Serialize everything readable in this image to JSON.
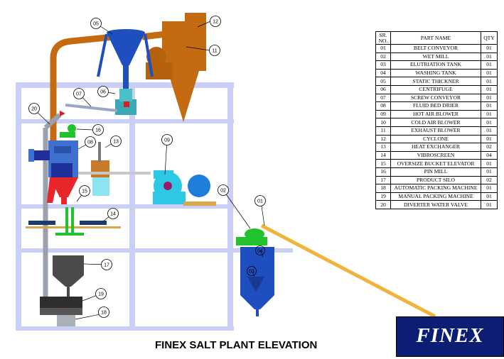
{
  "title": "FINEX SALT PLANT ELEVATION",
  "logo_text": "FINEX",
  "table": {
    "headers": {
      "no": "SR.\nNO.",
      "name": "PART NAME",
      "qty": "QTY"
    },
    "rows": [
      {
        "no": "01",
        "name": "BELT CONVEYOR",
        "qty": "01"
      },
      {
        "no": "02",
        "name": "WET MILL",
        "qty": "01"
      },
      {
        "no": "03",
        "name": "ELUTRIATION TANK",
        "qty": "01"
      },
      {
        "no": "04",
        "name": "WASHING TANK",
        "qty": "01"
      },
      {
        "no": "05",
        "name": "STATIC THICKNER",
        "qty": "01"
      },
      {
        "no": "06",
        "name": "CENTRIFUGE",
        "qty": "01"
      },
      {
        "no": "07",
        "name": "SCREW CONVEYOR",
        "qty": "01"
      },
      {
        "no": "08",
        "name": "FLUID BED DRIER",
        "qty": "01"
      },
      {
        "no": "09",
        "name": "HOT AIR BLOWER",
        "qty": "01"
      },
      {
        "no": "10",
        "name": "COLD AIR BLOWER",
        "qty": "01"
      },
      {
        "no": "11",
        "name": "EXHAUST BLOWER",
        "qty": "01"
      },
      {
        "no": "12",
        "name": "CYCLONE",
        "qty": "01"
      },
      {
        "no": "13",
        "name": "HEAT EXCHANGER",
        "qty": "02"
      },
      {
        "no": "14",
        "name": "VIBROSCREEN",
        "qty": "04"
      },
      {
        "no": "15",
        "name": "OVERSIZE BUCKET ELEVATOR",
        "qty": "01"
      },
      {
        "no": "16",
        "name": "PIN MILL",
        "qty": "01"
      },
      {
        "no": "17",
        "name": "PRODUCT SILO",
        "qty": "02"
      },
      {
        "no": "18",
        "name": "AUTOMATIC PACKING MACHINE",
        "qty": "01"
      },
      {
        "no": "19",
        "name": "MANUAL PACKING MACHINE",
        "qty": "01"
      },
      {
        "no": "20",
        "name": "DIVERTER WATER VALVE",
        "qty": "01"
      }
    ]
  },
  "callouts": [
    "05",
    "12",
    "11",
    "06",
    "07",
    "20",
    "16",
    "08",
    "13",
    "09",
    "15",
    "14",
    "17",
    "19",
    "18",
    "02",
    "01",
    "04",
    "03"
  ],
  "colors": {
    "structure": "#c9cff5",
    "pipe": "#c46a10",
    "equipment_blue": "#1f4fbf",
    "conveyor": "#f0b43c",
    "green": "#22c22e",
    "cyan": "#2ec8e6",
    "logo_bg": "#0e1d74"
  }
}
